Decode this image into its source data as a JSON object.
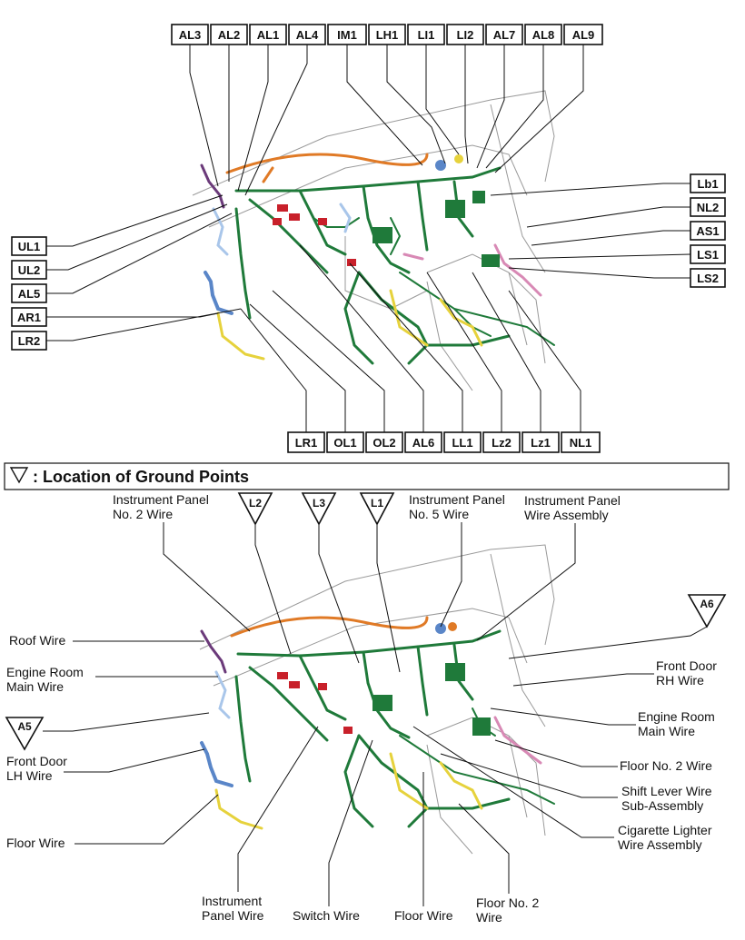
{
  "top_connectors": {
    "top_row": [
      "AL3",
      "AL2",
      "AL1",
      "AL4",
      "IM1",
      "LH1",
      "LI1",
      "LI2",
      "AL7",
      "AL8",
      "AL9"
    ],
    "left_column": [
      "UL1",
      "UL2",
      "AL5",
      "AR1",
      "LR2"
    ],
    "right_column": [
      "Lb1",
      "NL2",
      "AS1",
      "LS1",
      "LS2"
    ],
    "bottom_row": [
      "LR1",
      "OL1",
      "OL2",
      "AL6",
      "LL1",
      "Lz2",
      "Lz1",
      "NL1"
    ]
  },
  "ground_section": {
    "title": ": Location of Ground Points",
    "ground_markers": [
      "L2",
      "L3",
      "L1",
      "A6",
      "A5"
    ]
  },
  "wire_labels": {
    "ip_no2": [
      "Instrument Panel",
      "No. 2 Wire"
    ],
    "ip_no5": [
      "Instrument Panel",
      "No. 5 Wire"
    ],
    "ip_assembly": [
      "Instrument Panel",
      "Wire Assembly"
    ],
    "roof": [
      "Roof Wire"
    ],
    "engine_room_main_left": [
      "Engine Room",
      "Main Wire"
    ],
    "front_door_lh": [
      "Front Door",
      "LH Wire"
    ],
    "floor_left": [
      "Floor Wire"
    ],
    "front_door_rh": [
      "Front Door",
      "RH Wire"
    ],
    "engine_room_main_right": [
      "Engine Room",
      "Main Wire"
    ],
    "floor_no2_right": [
      "Floor No. 2 Wire"
    ],
    "shift_lever": [
      "Shift Lever Wire",
      "Sub-Assembly"
    ],
    "cigarette": [
      "Cigarette Lighter",
      "Wire Assembly"
    ],
    "ip_wire_bottom": [
      "Instrument",
      "Panel Wire"
    ],
    "switch_wire": [
      "Switch Wire"
    ],
    "floor_bottom": [
      "Floor Wire"
    ],
    "floor_no2_bottom": [
      "Floor No. 2",
      "Wire"
    ]
  },
  "colors": {
    "main_harness": "#1f7a3a",
    "roof_harness": "#e07a26",
    "door_harness": "#5a86c8",
    "floor_harness": "#e6d23c",
    "floor_no2_harness": "#d889b5",
    "connector_red": "#c8202a"
  }
}
